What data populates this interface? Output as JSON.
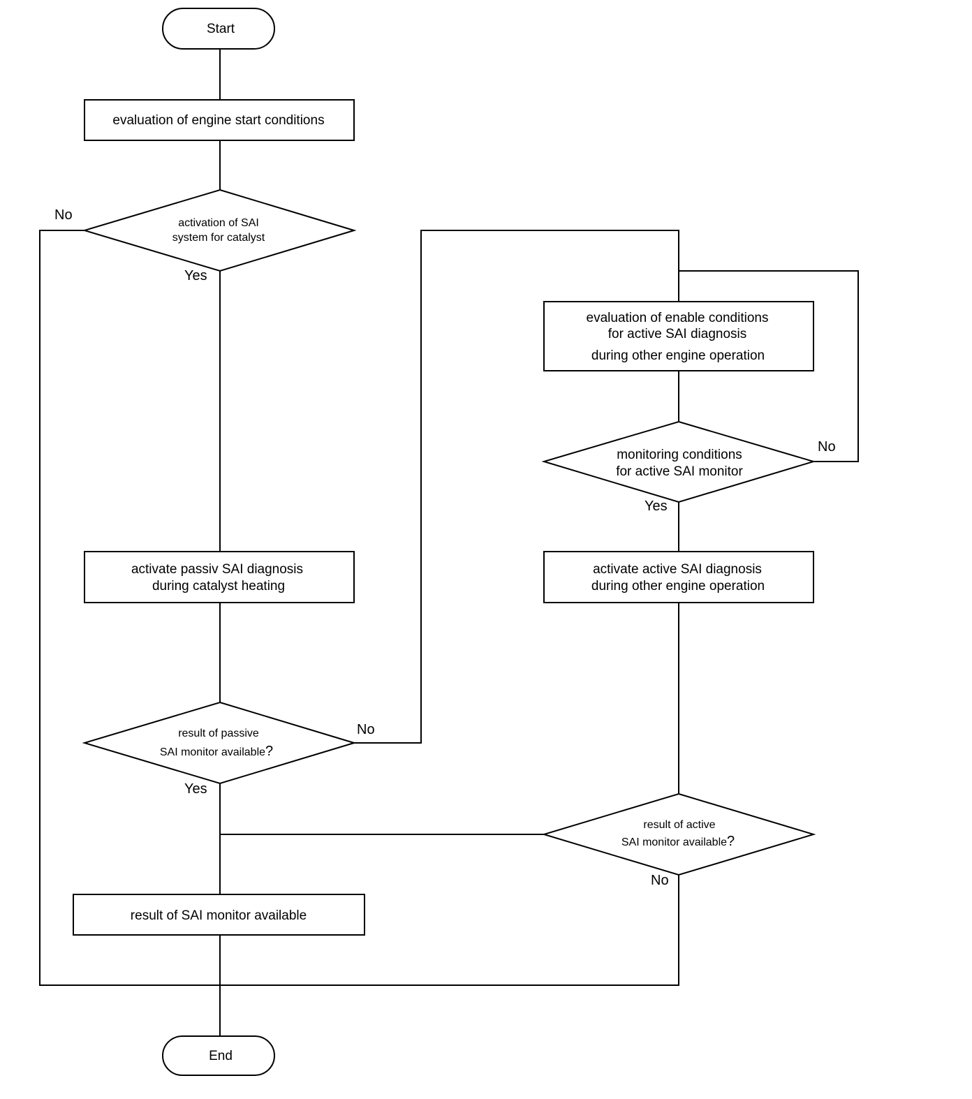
{
  "nodes": {
    "start": {
      "text": "Start"
    },
    "eval_engine": {
      "text": "evaluation of engine start conditions"
    },
    "activation_sai": {
      "line1": "activation of SAI",
      "line2": "system for catalyst"
    },
    "passive_diag": {
      "line1": "activate passiv SAI diagnosis",
      "line2": "during catalyst heating"
    },
    "passive_result": {
      "line1": "result of passive",
      "line2": "SAI monitor available",
      "qmark": "?"
    },
    "result_available": {
      "text": "result of SAI monitor available"
    },
    "end": {
      "text": "End"
    },
    "eval_enable": {
      "line1": "evaluation of enable conditions",
      "line2": "for active SAI diagnosis",
      "line3": "during other engine operation"
    },
    "monitoring_cond": {
      "line1": "monitoring conditions",
      "line2": "for active SAI monitor"
    },
    "active_diag": {
      "line1": "activate active SAI diagnosis",
      "line2": "during other engine operation"
    },
    "active_result": {
      "line1": "result of active",
      "line2": "SAI monitor available",
      "qmark": "?"
    }
  },
  "branch_labels": {
    "activation_no": "No",
    "activation_yes": "Yes",
    "passive_no": "No",
    "passive_yes": "Yes",
    "monitoring_no": "No",
    "monitoring_yes": "Yes",
    "active_no": "No"
  },
  "colors": {
    "stroke": "#000000",
    "background": "#ffffff"
  }
}
